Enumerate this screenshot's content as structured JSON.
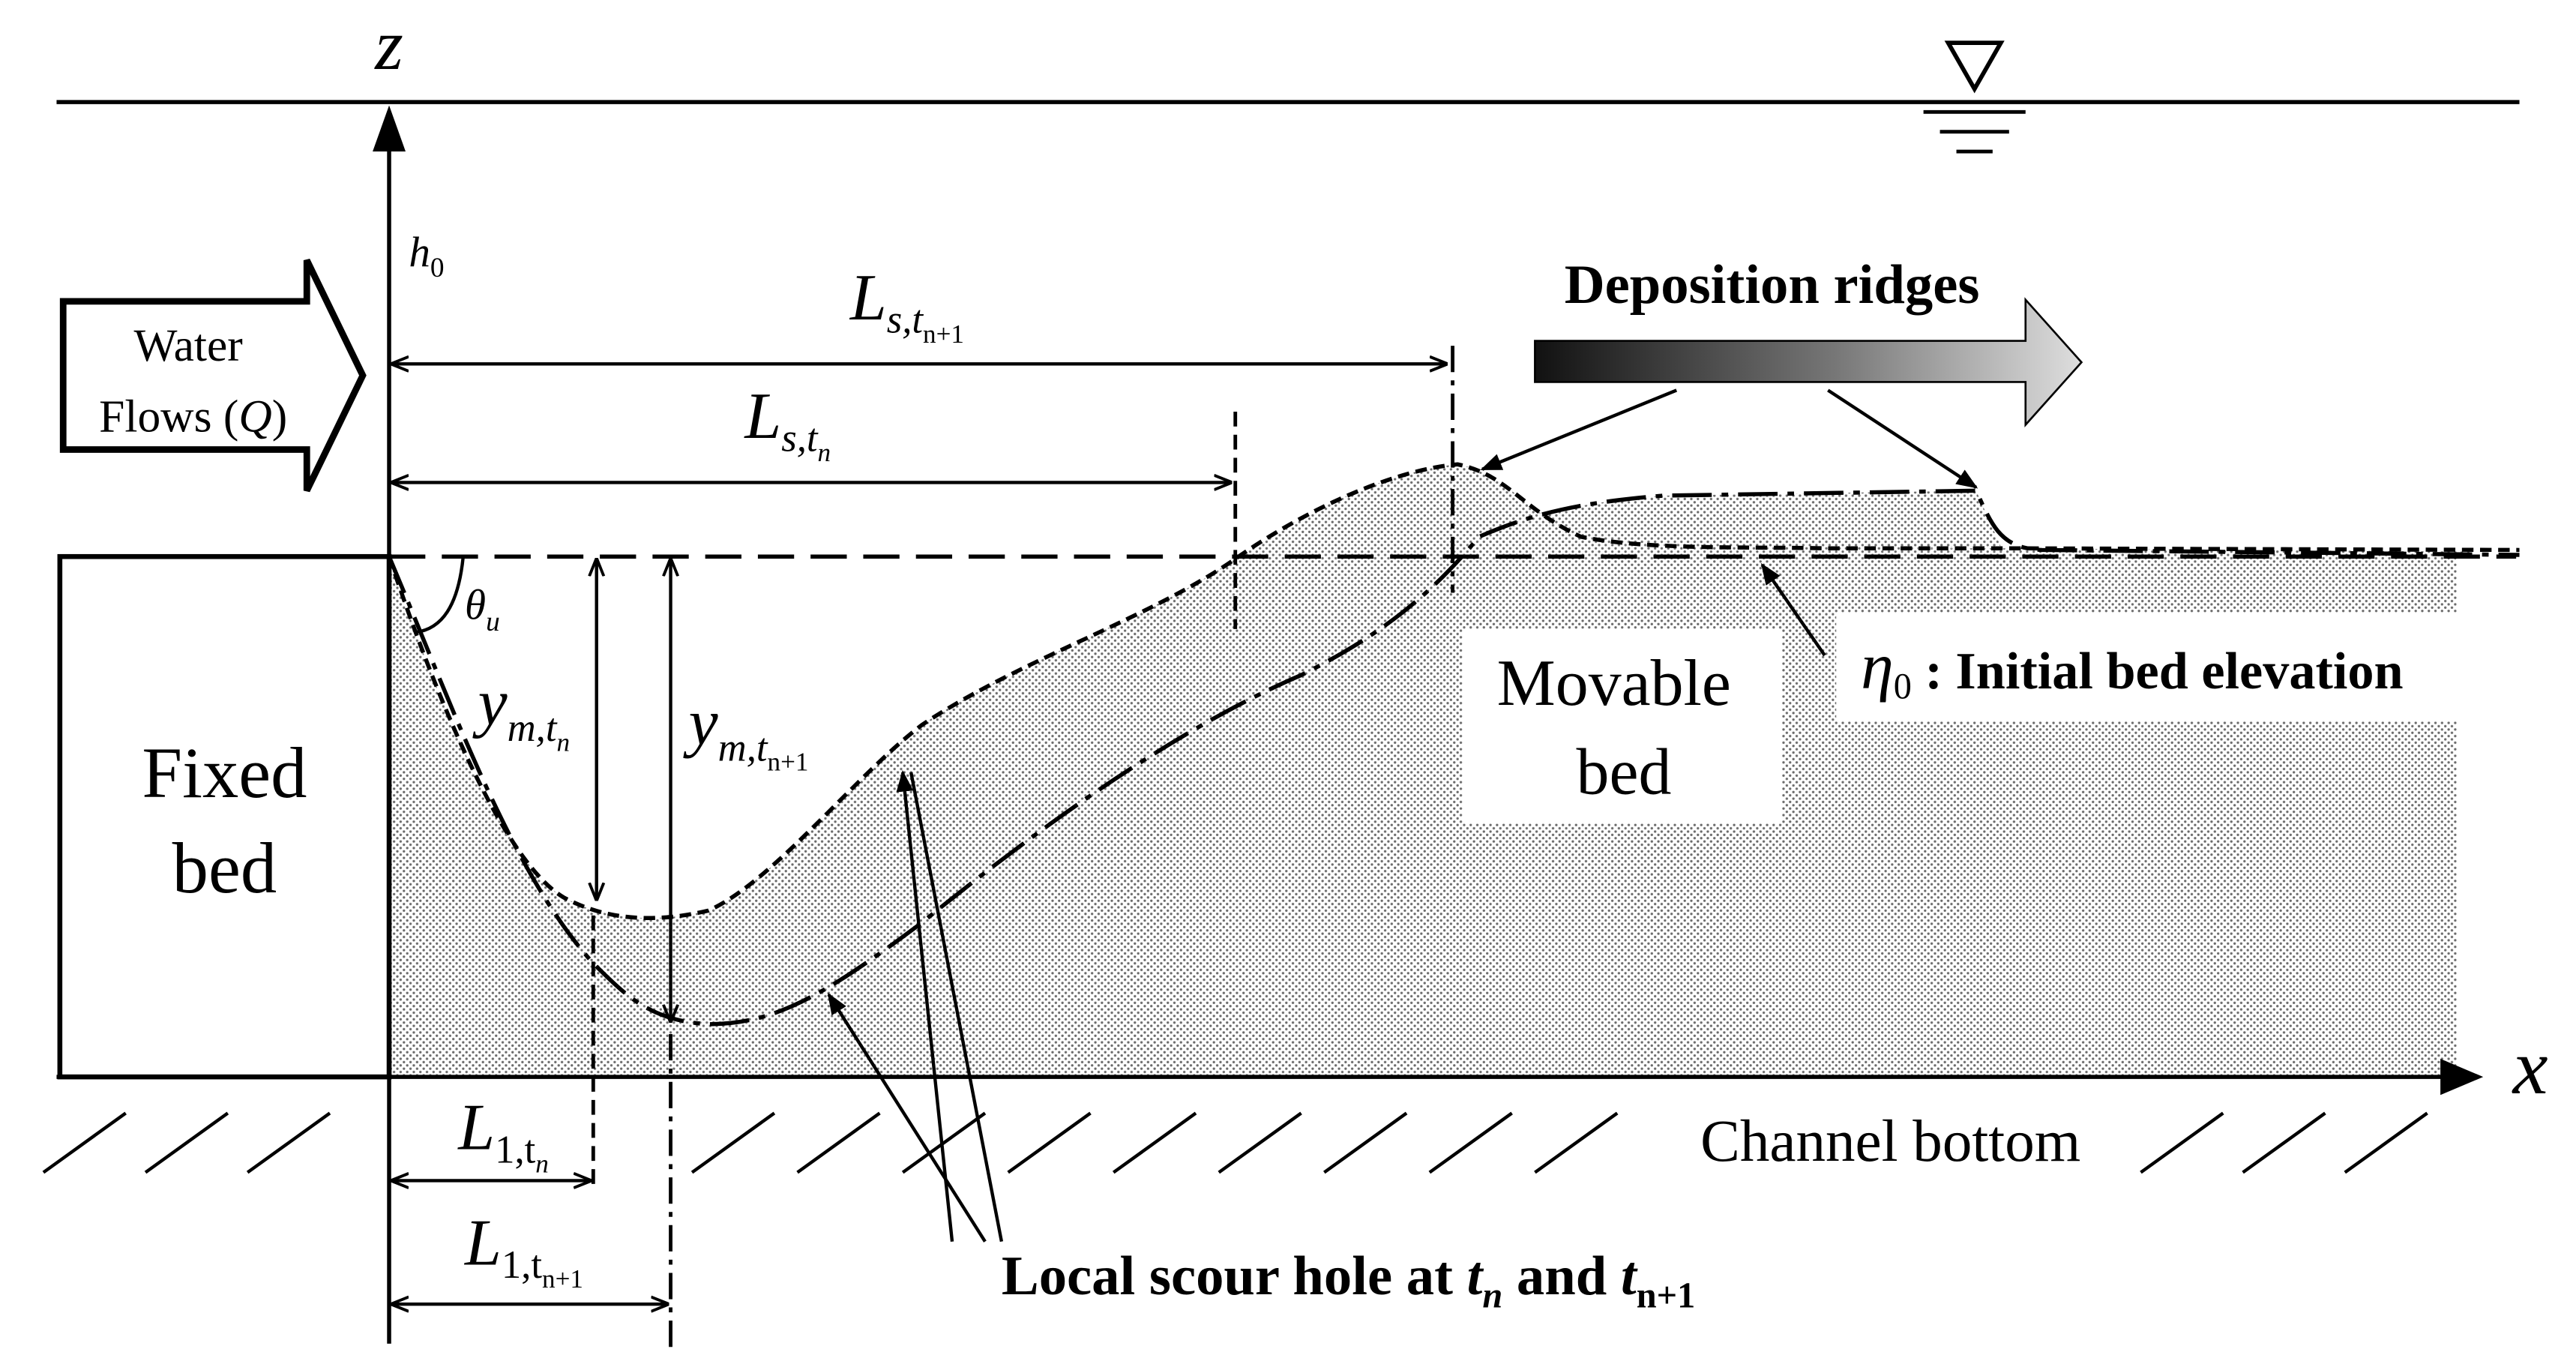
{
  "axes": {
    "z_label": "z",
    "x_label": "x",
    "h0_symbol": "h",
    "h0_sub": "0"
  },
  "inflow": {
    "line1": "Water",
    "line2_prefix": "Flows (",
    "line2_var": "Q",
    "line2_suffix": ")"
  },
  "fixed_bed": {
    "line1": "Fixed",
    "line2": "bed"
  },
  "movable_bed": {
    "line1": "Movable",
    "line2": "bed"
  },
  "deposition": {
    "title": "Deposition ridges"
  },
  "initial_bed": {
    "symbol": "η",
    "sub": "0",
    "text": " : Initial bed elevation"
  },
  "channel_bottom": {
    "text": "Channel bottom"
  },
  "scour_hole": {
    "prefix": "Local scour hole at ",
    "t1": "t",
    "t1_sub": "n",
    "mid": " and ",
    "t2": "t",
    "t2_sub": "n+1"
  },
  "angle": {
    "symbol": "θ",
    "sub": "u"
  },
  "dims": {
    "Ls_tn1": {
      "main": "L",
      "sub1": "s,t",
      "sub2": "n+1"
    },
    "Ls_tn": {
      "main": "L",
      "sub1": "s,t",
      "sub2": "n"
    },
    "ym_tn": {
      "main": "y",
      "sub1": "m,t",
      "sub2": "n"
    },
    "ym_tn1": {
      "main": "y",
      "sub1": "m,t",
      "sub2": "n+1"
    },
    "L1_tn": {
      "main": "L",
      "sub1": "1,t",
      "sub2": "n"
    },
    "L1_tn1": {
      "main": "L",
      "sub1": "1,t",
      "sub2": "n+1"
    }
  }
}
